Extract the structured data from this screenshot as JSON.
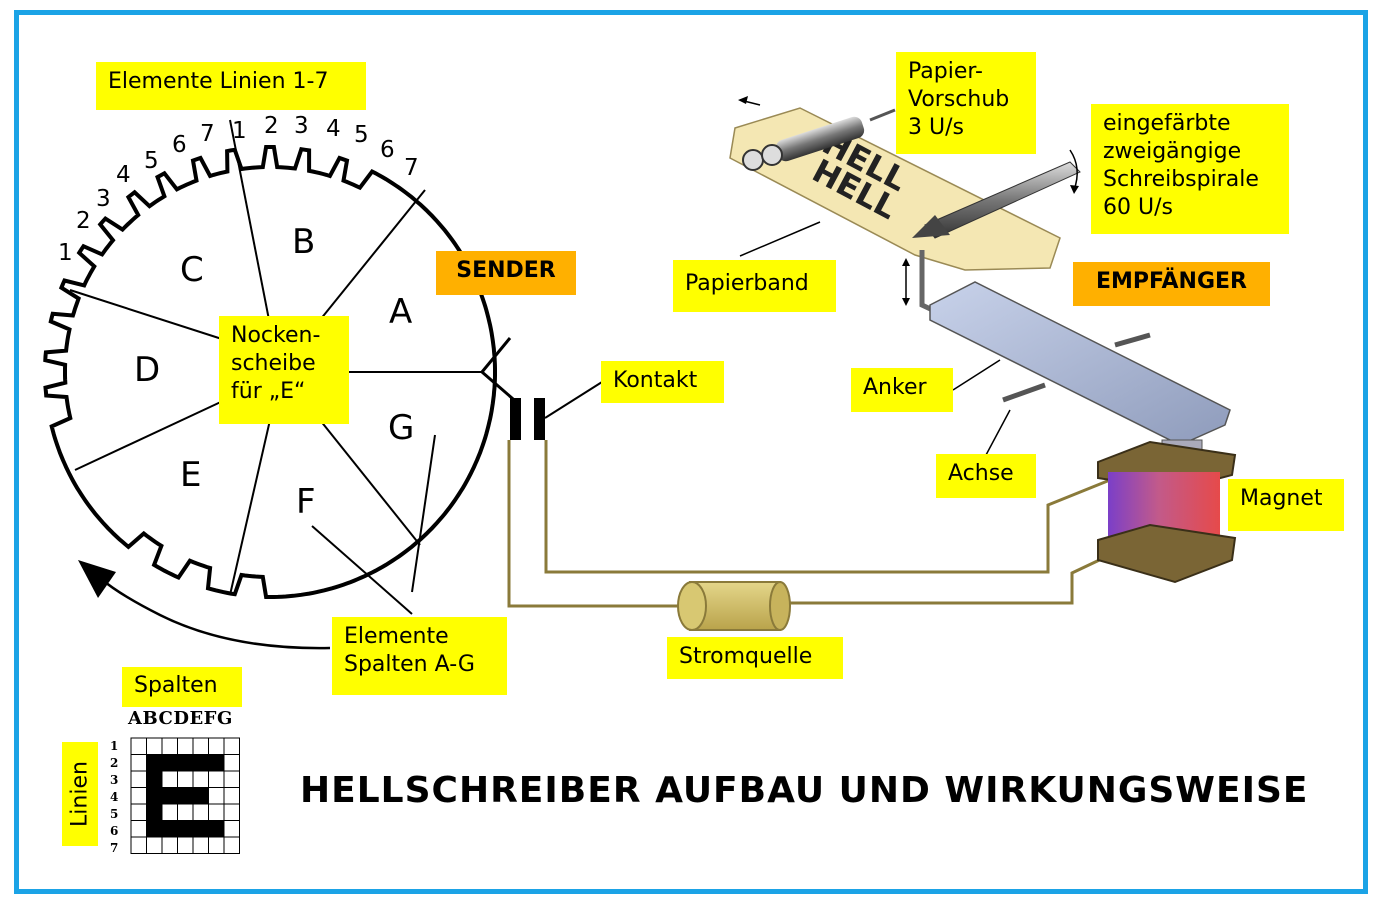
{
  "title": "HELLSCHREIBER  AUFBAU UND WIRKUNGSWEISE",
  "labels": {
    "elemente_linien": "Elemente Linien 1-7",
    "sender": "SENDER",
    "empfaenger": "EMPFÄNGER",
    "nockenscheibe": [
      "Nocken-",
      "scheibe",
      "für „E“"
    ],
    "kontakt": "Kontakt",
    "papier_vorschub": [
      "Papier-",
      "Vorschub",
      "3 U/s"
    ],
    "schreibspirale": [
      "eingefärbte",
      "zweigängige",
      "Schreibspirale",
      "60 U/s"
    ],
    "papierband": "Papierband",
    "anker": "Anker",
    "achse": "Achse",
    "magnet": "Magnet",
    "stromquelle": "Stromquelle",
    "elemente_spalten": [
      "Elemente",
      "Spalten  A-G"
    ],
    "spalten": "Spalten",
    "linien": "Linien"
  },
  "cam_segments": [
    "A",
    "B",
    "C",
    "D",
    "E",
    "F",
    "G"
  ],
  "cam_numbers": [
    "1",
    "2",
    "3",
    "4",
    "5",
    "6",
    "7",
    "1",
    "2",
    "3",
    "4",
    "5",
    "6",
    "7"
  ],
  "paper_text": [
    "HELL",
    "HELL"
  ],
  "grid": {
    "columns_header": "ABCDEFG",
    "row_numbers": [
      "1",
      "2",
      "3",
      "4",
      "5",
      "6",
      "7"
    ],
    "filled_cells": [
      [
        1,
        1
      ],
      [
        1,
        2
      ],
      [
        1,
        3
      ],
      [
        1,
        4
      ],
      [
        1,
        5
      ],
      [
        2,
        1
      ],
      [
        2,
        3
      ],
      [
        2,
        5
      ],
      [
        3,
        1
      ],
      [
        3,
        3
      ],
      [
        3,
        5
      ],
      [
        4,
        1
      ],
      [
        4,
        3
      ],
      [
        4,
        5
      ],
      [
        5,
        1
      ],
      [
        5,
        5
      ]
    ]
  },
  "colors": {
    "frame": "#1ba3e6",
    "label_bg": "#ffff00",
    "highlight_bg": "#ffb000",
    "wire": "#8a7a3a"
  }
}
